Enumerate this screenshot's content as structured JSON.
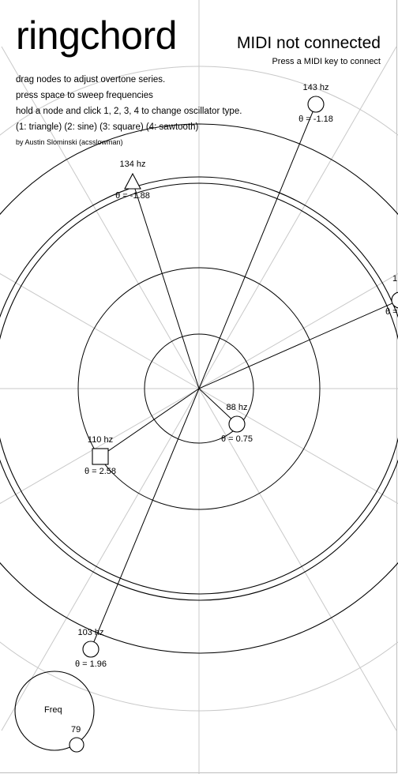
{
  "header": {
    "title": "ringchord",
    "midi_status": "MIDI not connected",
    "midi_hint": "Press a MIDI key to connect"
  },
  "instructions": {
    "line1": "drag nodes to adjust overtone series.",
    "line2": "press space to sweep frequencies",
    "line3": "hold a node and click 1, 2, 3, 4 to change oscillator type.",
    "line4": "(1: triangle) (2: sine) (3: square) (4: sawtooth)",
    "credit": "by Austin Slominski (acsslowman)"
  },
  "nodes": [
    {
      "freq_label": "143 hz",
      "theta_label": "θ = -1.18",
      "shape": "circle"
    },
    {
      "freq_label": "134 hz",
      "theta_label": "θ = -1.88",
      "shape": "triangle"
    },
    {
      "freq_label": "1",
      "theta_label": "θ =",
      "shape": "circle"
    },
    {
      "freq_label": "88 hz",
      "theta_label": "θ = 0.75",
      "shape": "circle"
    },
    {
      "freq_label": "110 hz",
      "theta_label": "θ = 2.58",
      "shape": "square"
    },
    {
      "freq_label": "103 hz",
      "theta_label": "θ = 1.96",
      "shape": "circle"
    }
  ],
  "freq_control": {
    "label": "Freq",
    "value": "79"
  },
  "colors": {
    "background": "#ffffff",
    "ink": "#000000",
    "grid": "#c8c8c8"
  }
}
